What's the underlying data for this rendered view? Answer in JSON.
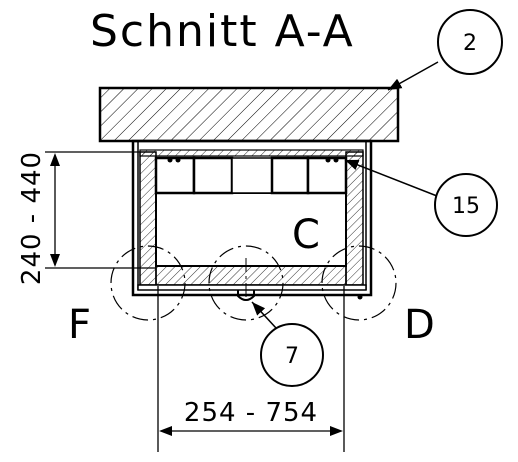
{
  "title": "Schnitt A-A",
  "dimensions": {
    "height": "240 - 440",
    "width": "254 - 754"
  },
  "balloons": [
    {
      "id": "balloon-2",
      "label": "2"
    },
    {
      "id": "balloon-15",
      "label": "15"
    },
    {
      "id": "balloon-7",
      "label": "7"
    }
  ],
  "detail_letters": {
    "center": "C",
    "left": "F",
    "right": "D"
  }
}
